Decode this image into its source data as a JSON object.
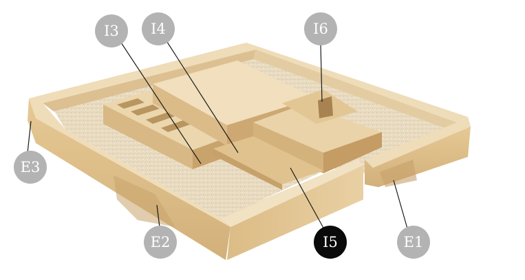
{
  "labels": {
    "i3": "I3",
    "i4": "I4",
    "i6": "I6",
    "e3": "E3",
    "e2": "E2",
    "i5": "I5",
    "e1": "E1"
  },
  "colors": {
    "label_default": "#b3b3b3",
    "label_active": "#0a0a0a",
    "label_text": "#ffffff",
    "stone_light": "#eed9b2",
    "stone_mid": "#e2c490",
    "stone_dark": "#c9a46c",
    "gravel": "#e9dcc2"
  }
}
